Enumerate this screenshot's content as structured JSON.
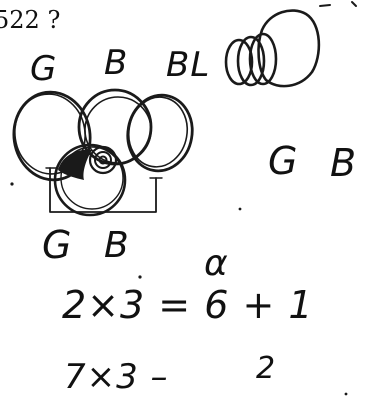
{
  "header_text": "522 ?",
  "labels": {
    "top_g": "G",
    "top_b": "B",
    "top_bl": "BL",
    "right_g": "G",
    "right_b": "B",
    "mid_g": "G",
    "mid_b": "B",
    "alpha": "α"
  },
  "equations": {
    "line1": "2×3 = 6 + 1",
    "line2": "7×3 –",
    "line2_value": "2"
  },
  "colors": {
    "ink": "#1a1a1a",
    "paper": "#ffffff"
  }
}
